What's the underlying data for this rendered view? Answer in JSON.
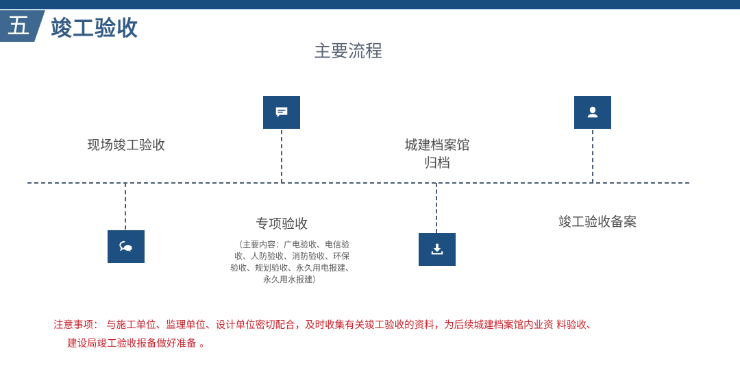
{
  "header": {
    "section_number": "五",
    "section_title": "竣工验收"
  },
  "flow": {
    "title": "主要流程",
    "steps": [
      {
        "label": "现场竣工验收",
        "icon": "chat-bubbles-icon",
        "position": "below"
      },
      {
        "label": "专项验收",
        "note": "（主要内容：广电验收、电信验收、人防验收、消防验收、环保验收、规划验收、永久用电报建、永久用水报建）",
        "icon": "message-icon",
        "position": "above"
      },
      {
        "label_line1": "城建档案馆",
        "label_line2": "归档",
        "icon": "download-icon",
        "position": "below"
      },
      {
        "label": "竣工验收备案",
        "icon": "user-icon",
        "position": "above"
      }
    ],
    "note_lines": [
      "（主要内容：广电验收、电信验",
      "收、人防验收、消防验收、环保",
      "验收、规划验收、永久用电报建、",
      "永久用水报建）"
    ]
  },
  "notice": {
    "line1": "注意事项： 与施工单位、监理单位、设计单位密切配合，及时收集有关竣工验收的资料，为后续城建档案馆内业资 料验收、",
    "line2": "建设局竣工验收报备做好准备 。"
  },
  "colors": {
    "top_bar": "#184d80",
    "badge": "#3f6890",
    "title": "#345d86",
    "icon_box": "#1d4f80",
    "dashed_line": "#4a5d75",
    "notice_text": "#c8232c"
  }
}
